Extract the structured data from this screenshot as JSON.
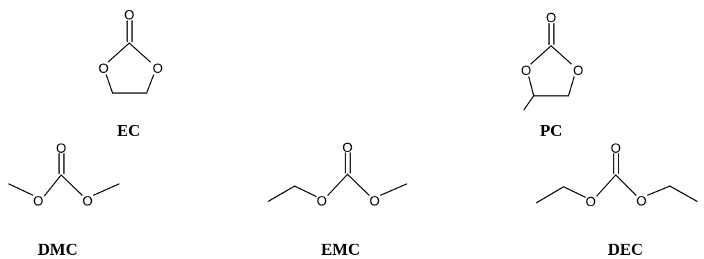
{
  "title": "",
  "colors": {
    "ink": "#000000",
    "background": "#ffffff"
  },
  "molecules": [
    {
      "id": "ec",
      "label": "EC",
      "atoms": {
        "carbonyl_o": "O",
        "ring_o_left": "O",
        "ring_o_right": "O"
      }
    },
    {
      "id": "pc",
      "label": "PC",
      "atoms": {
        "carbonyl_o": "O",
        "ring_o_left": "O",
        "ring_o_right": "O"
      }
    },
    {
      "id": "dmc",
      "label": "DMC",
      "atoms": {
        "carbonyl_o": "O",
        "ester_o_left": "O",
        "ester_o_right": "O"
      }
    },
    {
      "id": "emc",
      "label": "EMC",
      "atoms": {
        "carbonyl_o": "O",
        "ester_o_left": "O",
        "ester_o_right": "O"
      }
    },
    {
      "id": "dec",
      "label": "DEC",
      "atoms": {
        "carbonyl_o": "O",
        "ester_o_left": "O",
        "ester_o_right": "O"
      }
    }
  ]
}
